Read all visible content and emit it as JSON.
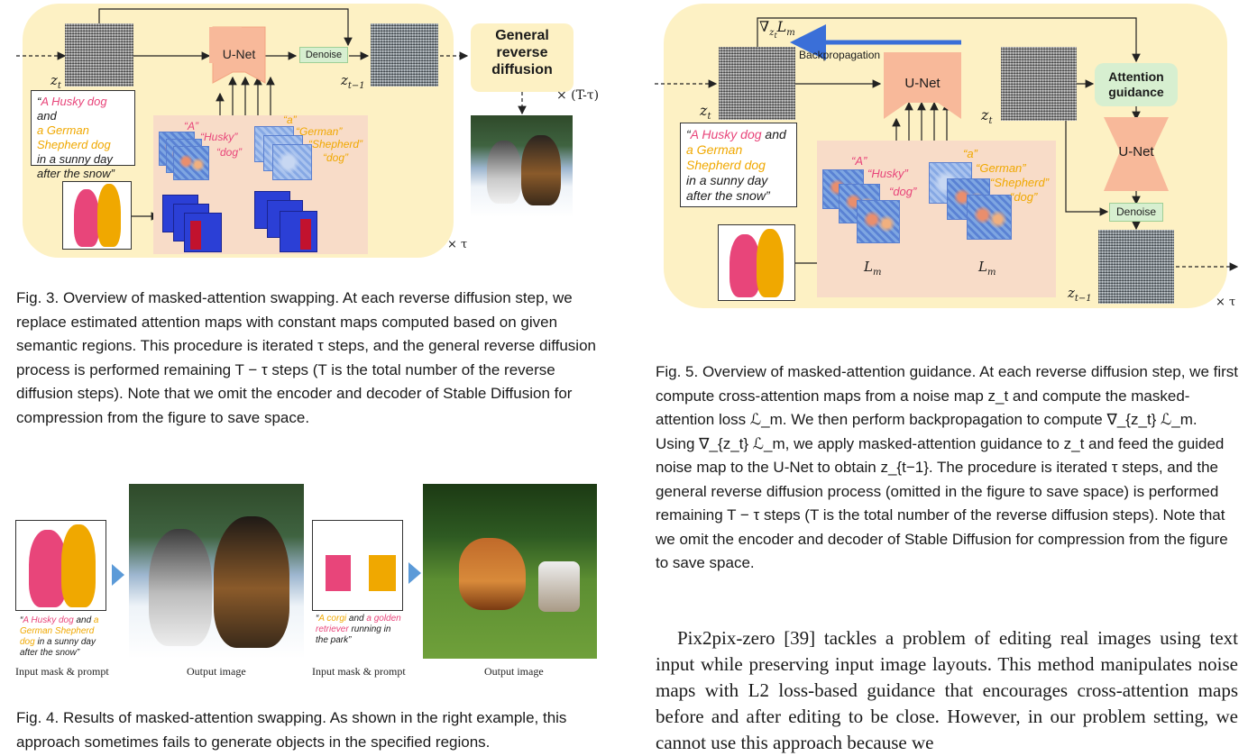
{
  "fig3": {
    "zt": "z",
    "zt_sub": "t",
    "unet": "U-Net",
    "denoise": "Denoise",
    "ztm1": "z",
    "ztm1_sub": "t−1",
    "general_line1": "General",
    "general_line2": "reverse",
    "general_line3": "diffusion",
    "times_tt": "× (T-τ)",
    "times_tau": "× τ",
    "prompt": {
      "q1": "“",
      "p1": "A Husky dog",
      "and": " and",
      "p2": "a German Shepherd dog",
      "rest1": "in a sunny day",
      "rest2": "after the snow”"
    },
    "att_left": {
      "l1": "“A”",
      "l2": "“Husky”",
      "l3": "“dog”"
    },
    "att_right": {
      "l1": "“a”",
      "l2": "“German”",
      "l3": "“Shepherd”",
      "l4": "“dog”"
    },
    "caption": "Fig. 3.  Overview of masked-attention swapping. At each reverse diffusion step, we replace estimated attention maps with constant maps computed based on given semantic regions. This procedure is iterated τ steps, and the general reverse diffusion process is performed remaining T − τ steps (T is the total number of the reverse diffusion steps). Note that we omit the encoder and decoder of Stable Diffusion for compression from the figure to save space."
  },
  "fig4": {
    "prompt1": {
      "q": "“",
      "p1": "A Husky dog",
      "and": " and ",
      "p2": "a German Shepherd dog",
      "rest": " in a sunny day after the snow”"
    },
    "prompt2": {
      "q": "“",
      "p1": "A corgi",
      "and": " and ",
      "p2": "a golden retriever",
      "rest": " running in the park”"
    },
    "label_mask1": "Input mask & prompt",
    "label_out1": "Output image",
    "label_mask2": "Input mask & prompt",
    "label_out2": "Output image",
    "caption": "Fig. 4.  Results of masked-attention swapping. As shown in the right example, this approach sometimes fails to generate objects in the specified regions."
  },
  "fig5": {
    "grad": "∇",
    "grad_sub": "z",
    "grad_subsub": "t",
    "grad_L": "L",
    "grad_L_sub": "m",
    "backprop": "Backpropagation",
    "unet1": "U-Net",
    "unet2": "U-Net",
    "attention_guidance_1": "Attention",
    "attention_guidance_2": "guidance",
    "denoise": "Denoise",
    "zt_left": "z",
    "zt_left_sub": "t",
    "zt_right": "z",
    "zt_right_sub": "t",
    "ztm1": "z",
    "ztm1_sub": "t−1",
    "times_tau": "× τ",
    "loss": "L",
    "loss_sub": "m",
    "prompt": {
      "q1": "“",
      "p1": "A Husky dog",
      "and": " and",
      "p2": "a German Shepherd dog",
      "rest1": "in a sunny day",
      "rest2": "after the snow”"
    },
    "att_left": {
      "l1": "“A”",
      "l2": "“Husky”",
      "l3": "“dog”"
    },
    "att_right": {
      "l1": "“a”",
      "l2": "“German”",
      "l3": "“Shepherd”",
      "l4": "“dog”"
    },
    "caption": "Fig. 5.  Overview of masked-attention guidance. At each reverse diffusion step, we first compute cross-attention maps from a noise map z_t and compute the masked-attention loss ℒ_m. We then perform backpropagation to compute ∇_{z_t} ℒ_m. Using ∇_{z_t} ℒ_m, we apply masked-attention guidance to z_t and feed the guided noise map to the U-Net to obtain z_{t−1}. The procedure is iterated τ steps, and the general reverse diffusion process (omitted in the figure to save space) is performed remaining T − τ steps (T is the total number of the reverse diffusion steps). Note that we omit the encoder and decoder of Stable Diffusion for compression from the figure to save space."
  },
  "body": {
    "paragraph": "Pix2pix-zero [39] tackles a problem of editing real images using text input while preserving input image layouts. This method manipulates noise maps with L2 loss-based guidance that encourages cross-attention maps before and after editing to be close. However, in our problem setting, we cannot use this approach because we"
  },
  "colors": {
    "panel": "#fdf1c4",
    "unet": "#f8b99a",
    "pink": "#e8457a",
    "yellow": "#f0a800",
    "arrow_blue": "#3a6fd8",
    "denoise_green": "#d7efd0"
  }
}
